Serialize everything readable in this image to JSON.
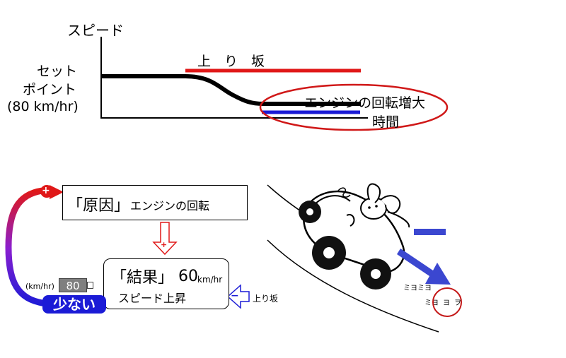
{
  "chart_data": {
    "type": "diagram",
    "y_axis_label": "スピード",
    "setpoint_label_lines": [
      "セット",
      "ポイント",
      "(80 km/hr)"
    ],
    "x_axis_label": "時間",
    "uphill_label": "上　り　坂",
    "engine_label": "エンジンの回転増大"
  },
  "bottom": {
    "cause_box": {
      "bracket_text": "「原因」",
      "text": "エンジンの回転"
    },
    "result_box": {
      "bracket_text": "「結果」",
      "speed": "60",
      "unit": "km/hr",
      "text": "スピード上昇"
    },
    "uphill_input": "上り坂",
    "minus_sign": "−",
    "plus_sign": "+",
    "gauge_unit": "(km/hr)",
    "gauge_value": "80",
    "low_label": "少ない"
  },
  "colors": {
    "red": "#e01818",
    "blue": "#1b1bd6",
    "purple": "#8a1fd0",
    "gauge": "#7f7f7f",
    "arrow_blue": "#3b47d0"
  },
  "icons": [
    "car-driver-illustration",
    "down-arrow",
    "left-arrow",
    "curved-arrow"
  ]
}
